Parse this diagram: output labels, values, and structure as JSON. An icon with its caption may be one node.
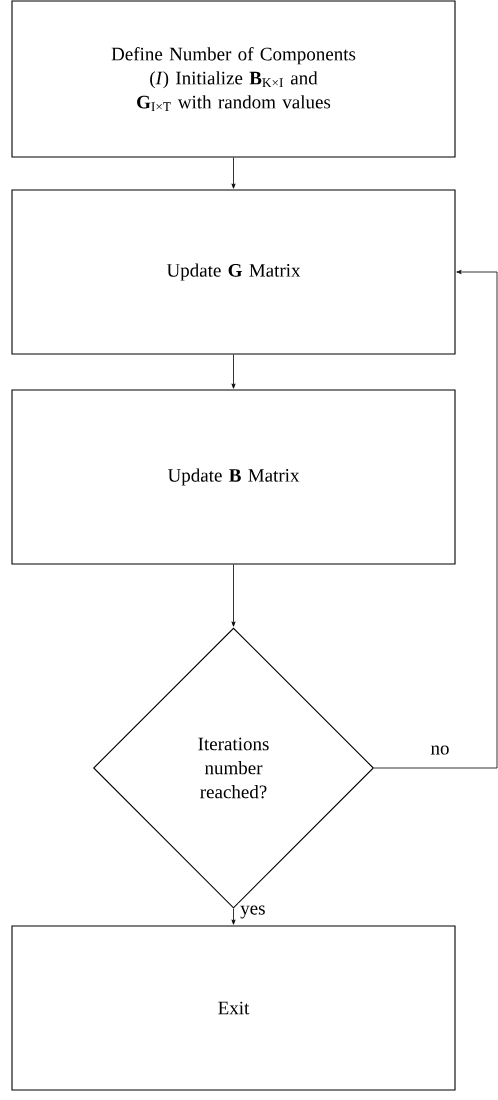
{
  "diagram": {
    "nodes": [
      {
        "text": [
          "Define Number of Components (*I*) Initialize **B**$_{K×I}$ and **G**$_{I×T}$ with random values"
        ]
      },
      {
        "text": [
          "Update **G** Matrix"
        ]
      },
      {
        "text": [
          "Update **B** Matrix"
        ]
      },
      {
        "text": [
          "Iterations number reached?"
        ]
      },
      {
        "text": [
          "Exit"
        ]
      }
    ],
    "edges": [
      {
        "from": 0,
        "to": 1,
        "arrow": "to"
      },
      {
        "from": 1,
        "to": 2,
        "arrow": "to"
      },
      {
        "from": 2,
        "to": 3,
        "arrow": "to"
      },
      {
        "from": 3,
        "to": 4,
        "arrow": "to",
        "label": "yes"
      },
      {
        "from": 3,
        "to": 1,
        "arrow": "to",
        "label": "no"
      }
    ]
  }
}
